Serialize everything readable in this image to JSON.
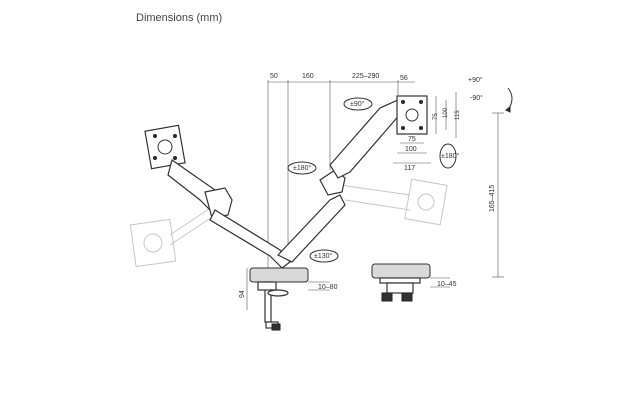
{
  "title": "Dimensions (mm)",
  "dims": {
    "top_50": "50",
    "top_160": "160",
    "top_225_290": "225–290",
    "vesa_56": "56",
    "vesa_100_v": "100",
    "vesa_75_v": "75",
    "vesa_115": "115",
    "vesa_75_h": "75",
    "vesa_100_h": "100",
    "vesa_117": "117",
    "height_165_415": "165–415",
    "base_94": "94",
    "clamp_10_80": "10–80",
    "grommet_10_45": "10–45"
  },
  "rotations": {
    "tilt_up": "+90°",
    "tilt_down": "-90°",
    "swivel_top": "±90°",
    "rotate_left": "±180°",
    "rotate_right": "±180°",
    "base_swivel": "±130°"
  }
}
